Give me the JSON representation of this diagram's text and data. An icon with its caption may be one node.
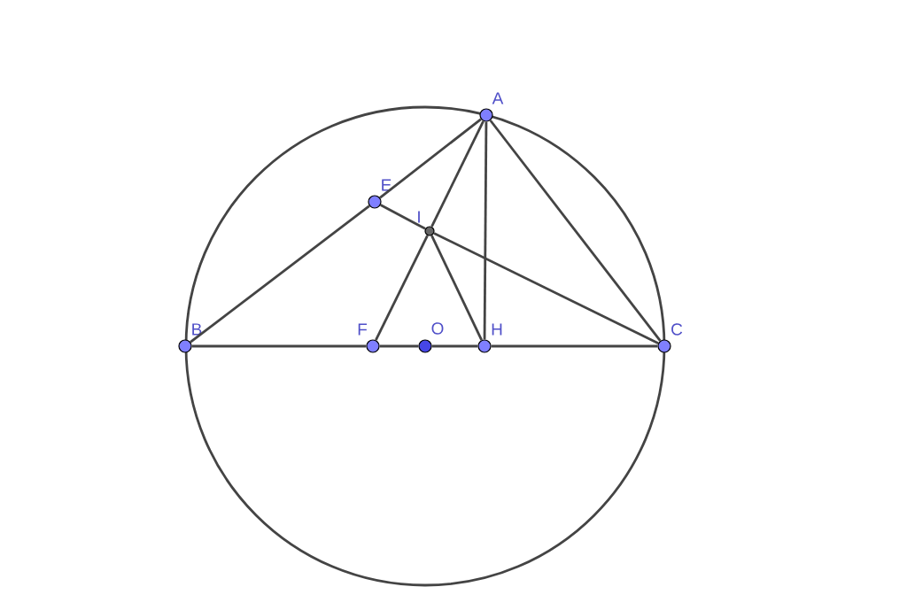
{
  "diagram": {
    "nodes": [
      {
        "text": [],
        "shape": "circle",
        "beside": [
          "A"
        ]
      },
      {
        "text": [],
        "shape": "circle",
        "beside": [
          "B"
        ]
      },
      {
        "text": [],
        "shape": "circle",
        "beside": [
          "C"
        ]
      },
      {
        "text": [],
        "shape": "circle",
        "beside": [
          "E"
        ]
      },
      {
        "text": [],
        "shape": "circle",
        "beside": [
          "F"
        ]
      },
      {
        "text": [],
        "shape": "circle",
        "beside": [
          "O"
        ]
      },
      {
        "text": [],
        "shape": "circle",
        "beside": [
          "H"
        ]
      },
      {
        "text": [],
        "shape": "circle",
        "beside": [
          "I"
        ]
      }
    ],
    "edges": [
      {
        "from": 0,
        "to": 3,
        "arrow": "none"
      },
      {
        "from": 3,
        "to": 1,
        "arrow": "none"
      },
      {
        "from": 1,
        "to": 4,
        "arrow": "none"
      },
      {
        "from": 4,
        "to": 5,
        "arrow": "none"
      },
      {
        "from": 5,
        "to": 6,
        "arrow": "none"
      },
      {
        "from": 6,
        "to": 2,
        "arrow": "none"
      },
      {
        "from": 0,
        "to": 7,
        "arrow": "none"
      },
      {
        "from": 7,
        "to": 4,
        "arrow": "none"
      },
      {
        "from": 0,
        "to": 6,
        "arrow": "none"
      },
      {
        "from": 0,
        "to": 2,
        "arrow": "none"
      },
      {
        "from": 3,
        "to": 7,
        "arrow": "none"
      },
      {
        "from": 7,
        "to": 2,
        "arrow": "none"
      },
      {
        "from": 7,
        "to": 6,
        "arrow": "none"
      }
    ]
  }
}
